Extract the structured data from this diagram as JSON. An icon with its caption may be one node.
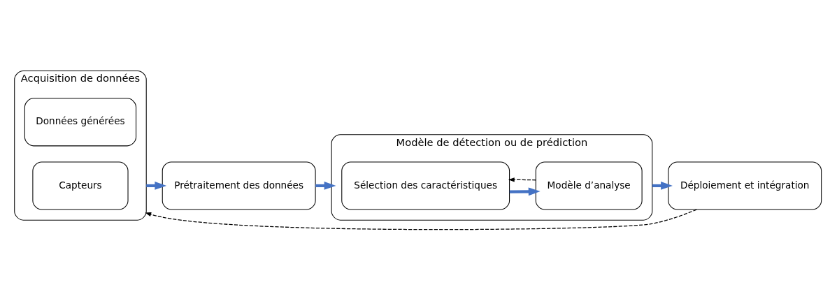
{
  "diagram": {
    "nodes": [
      {
        "text": [
          "Acquisition de données"
        ]
      },
      {
        "text": [
          "Données générées"
        ],
        "in": 0
      },
      {
        "text": [
          "Capteurs"
        ],
        "in": 0
      },
      {
        "text": [
          "Prétraitement des données"
        ]
      },
      {
        "text": [
          "Modèle de détection ou de prédiction"
        ]
      },
      {
        "text": [
          "Sélection des caractéristiques"
        ],
        "in": 4
      },
      {
        "text": [
          "Modèle d’analyse"
        ],
        "in": 4
      },
      {
        "text": [
          "Déploiement et intégration"
        ]
      }
    ],
    "edges": [
      {
        "from": 0,
        "to": 3,
        "arrow": "to"
      },
      {
        "from": 3,
        "to": 4,
        "arrow": "to"
      },
      {
        "from": 5,
        "to": 6,
        "arrow": "to"
      },
      {
        "from": 4,
        "to": 7,
        "arrow": "to"
      },
      {
        "from": 6,
        "to": 5,
        "arrow": "to",
        "style": "dashed",
        "color": "#000000"
      },
      {
        "from": 7,
        "to": 0,
        "arrow": "to",
        "style": "dashed",
        "color": "#000000"
      }
    ]
  }
}
